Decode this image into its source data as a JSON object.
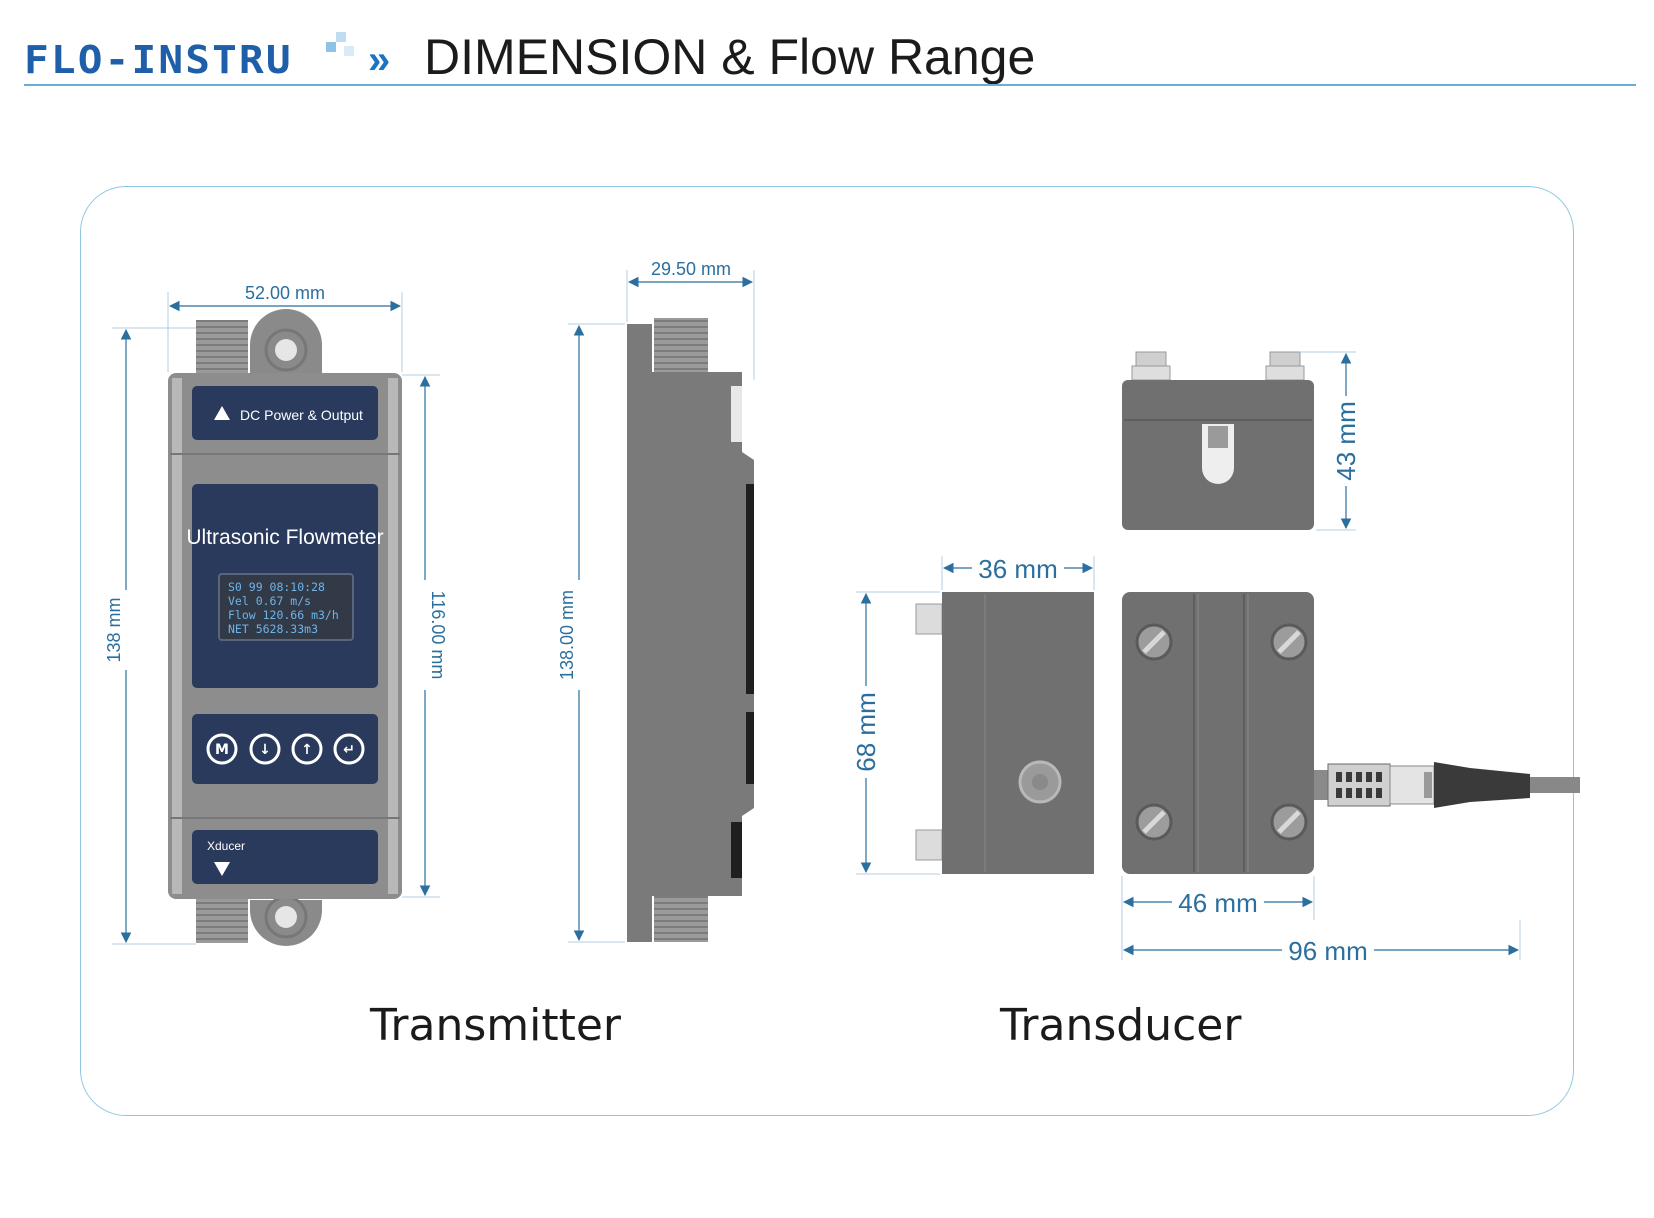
{
  "header": {
    "logo_text": "FLO-INSTRU",
    "chevron": "»",
    "title": "DIMENSION & Flow Range"
  },
  "transmitter": {
    "caption": "Transmitter",
    "width_label": "52.00 mm",
    "height_label": "138 mm",
    "body_height_label": "116.00 mm",
    "side_depth_label": "29.50 mm",
    "side_height_label": "138.00 mm",
    "top_panel_label": "DC Power & Output",
    "product_name": "Ultrasonic Flowmeter",
    "display_lines": [
      "S0 99    08:10:28",
      "Vel      0.67 m/s",
      "Flow 120.66 m3/h",
      "NET    5628.33m3"
    ],
    "keys": [
      "M",
      "↓",
      "↑",
      "↵"
    ],
    "bottom_panel_label": "Xducer"
  },
  "transducer": {
    "caption": "Transducer",
    "height_top_label": "43 mm",
    "width_side_label": "36 mm",
    "height_side_label": "68 mm",
    "body_width_label": "46 mm",
    "total_length_label": "96 mm"
  },
  "colors": {
    "accent": "#1f5ea8",
    "dimension": "#2a6f9e",
    "device_gray": "#7a7a7a",
    "panel_navy": "#2a3a5c",
    "panel_border": "#8ec7e3"
  }
}
